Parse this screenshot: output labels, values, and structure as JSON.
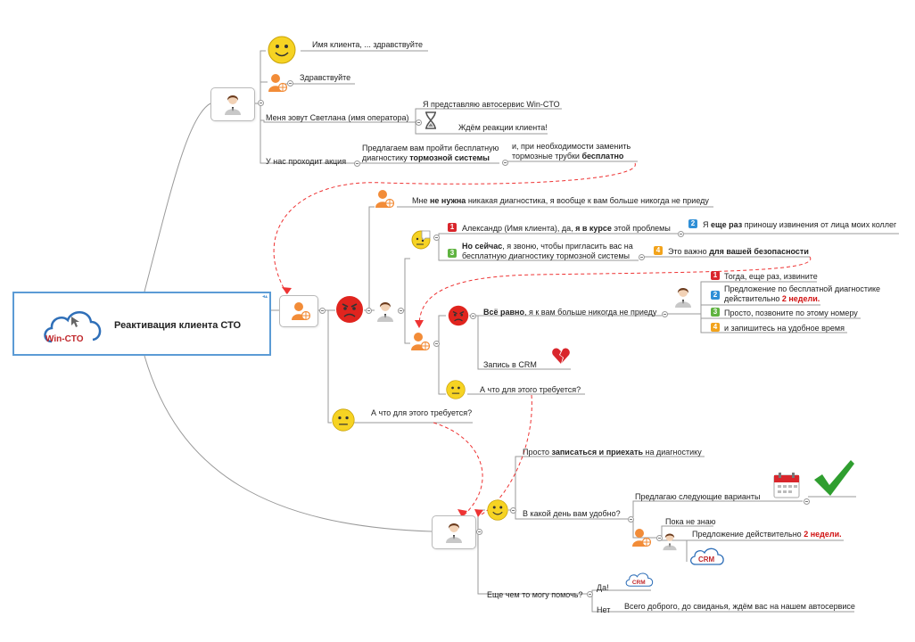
{
  "root": {
    "title": "Реактивация клиента СТО",
    "logo_text": "Win-CTO"
  },
  "n": {
    "greet_client": "Имя клиента, ... здравствуйте",
    "hello": "Здравствуйте",
    "my_name": "Меня зовут Светлана (имя оператора)",
    "represent": "Я представляю автосервис Win-CTO",
    "wait": "Ждём реакции клиента!",
    "promo": "У нас проходит акция",
    "offer_1": "Предлагаем вам пройти бесплатную",
    "offer_2a": "диагностику ",
    "offer_2b": "тормозной системы",
    "replace_1": "и, при необходимости заменить",
    "replace_2a": "тормозные трубки ",
    "replace_2b": "бесплатно",
    "no_need_a": "Мне ",
    "no_need_b": "не нужна",
    "no_need_c": " никакая диагностика, я вообще к вам больше никогда не приеду",
    "aware_a": "Александр (Имя клиента), да, ",
    "aware_b": "я в курсе",
    "aware_c": " этой проблемы",
    "once_a": "Я ",
    "once_b": "еще раз",
    "once_c": " приношу извинения от лица моих коллег",
    "now_1a": "Но сейчас",
    "now_1b": ", я звоню, чтобы пригласить вас на",
    "now_2": "бесплатную диагностику тормозной системы",
    "safety_a": "Это важно ",
    "safety_b": "для вашей безопасности",
    "anyway_a": "Всё равно",
    "anyway_b": ", я к вам больше никогда не приеду",
    "then": "Тогда, еще раз, извините",
    "offer2_1": "Предложение по бесплатной диагностике",
    "offer2_2a": "действительно ",
    "offer2_2b": "2 недели.",
    "call_later": "Просто, позвоните по этому номеру",
    "sign_up": "и запишитесь на удобное время",
    "crm_rec": "Запись в CRM",
    "what_req_1": "А что для этого требуется?",
    "what_req_2": "А что для этого требуется?",
    "just_a": "Просто ",
    "just_b": "записаться и приехать",
    "just_c": " на диагностику",
    "which_day": "В какой день вам удобно?",
    "offer_variants": "Предлагаю следующие варианты",
    "dont_know": "Пока не знаю",
    "valid_a": "Предложение действительно ",
    "valid_b": "2 недели.",
    "anything_else": "Еще чем то могу помочь?",
    "yes": "Да!",
    "no": "Нет",
    "bye": "Всего доброго, до свиданья, ждём вас на нашем автосервисе",
    "crm_label": "CRM"
  },
  "badges": [
    "1",
    "2",
    "3",
    "4"
  ],
  "colors": {
    "accent": "#5b9bd5",
    "link": "#ee3333",
    "badge_red": "#d9262c",
    "badge_blue": "#2f8fd6",
    "badge_green": "#5fb340",
    "badge_orange": "#f2a31b"
  },
  "icons": [
    "operator-icon",
    "client-icon",
    "smiley-happy-icon",
    "smiley-angry-icon",
    "smiley-neutral-icon",
    "hourglass-icon",
    "calendar-icon",
    "checkmark-icon",
    "broken-heart-icon",
    "crm-cloud-icon",
    "thinking-smiley-icon"
  ]
}
